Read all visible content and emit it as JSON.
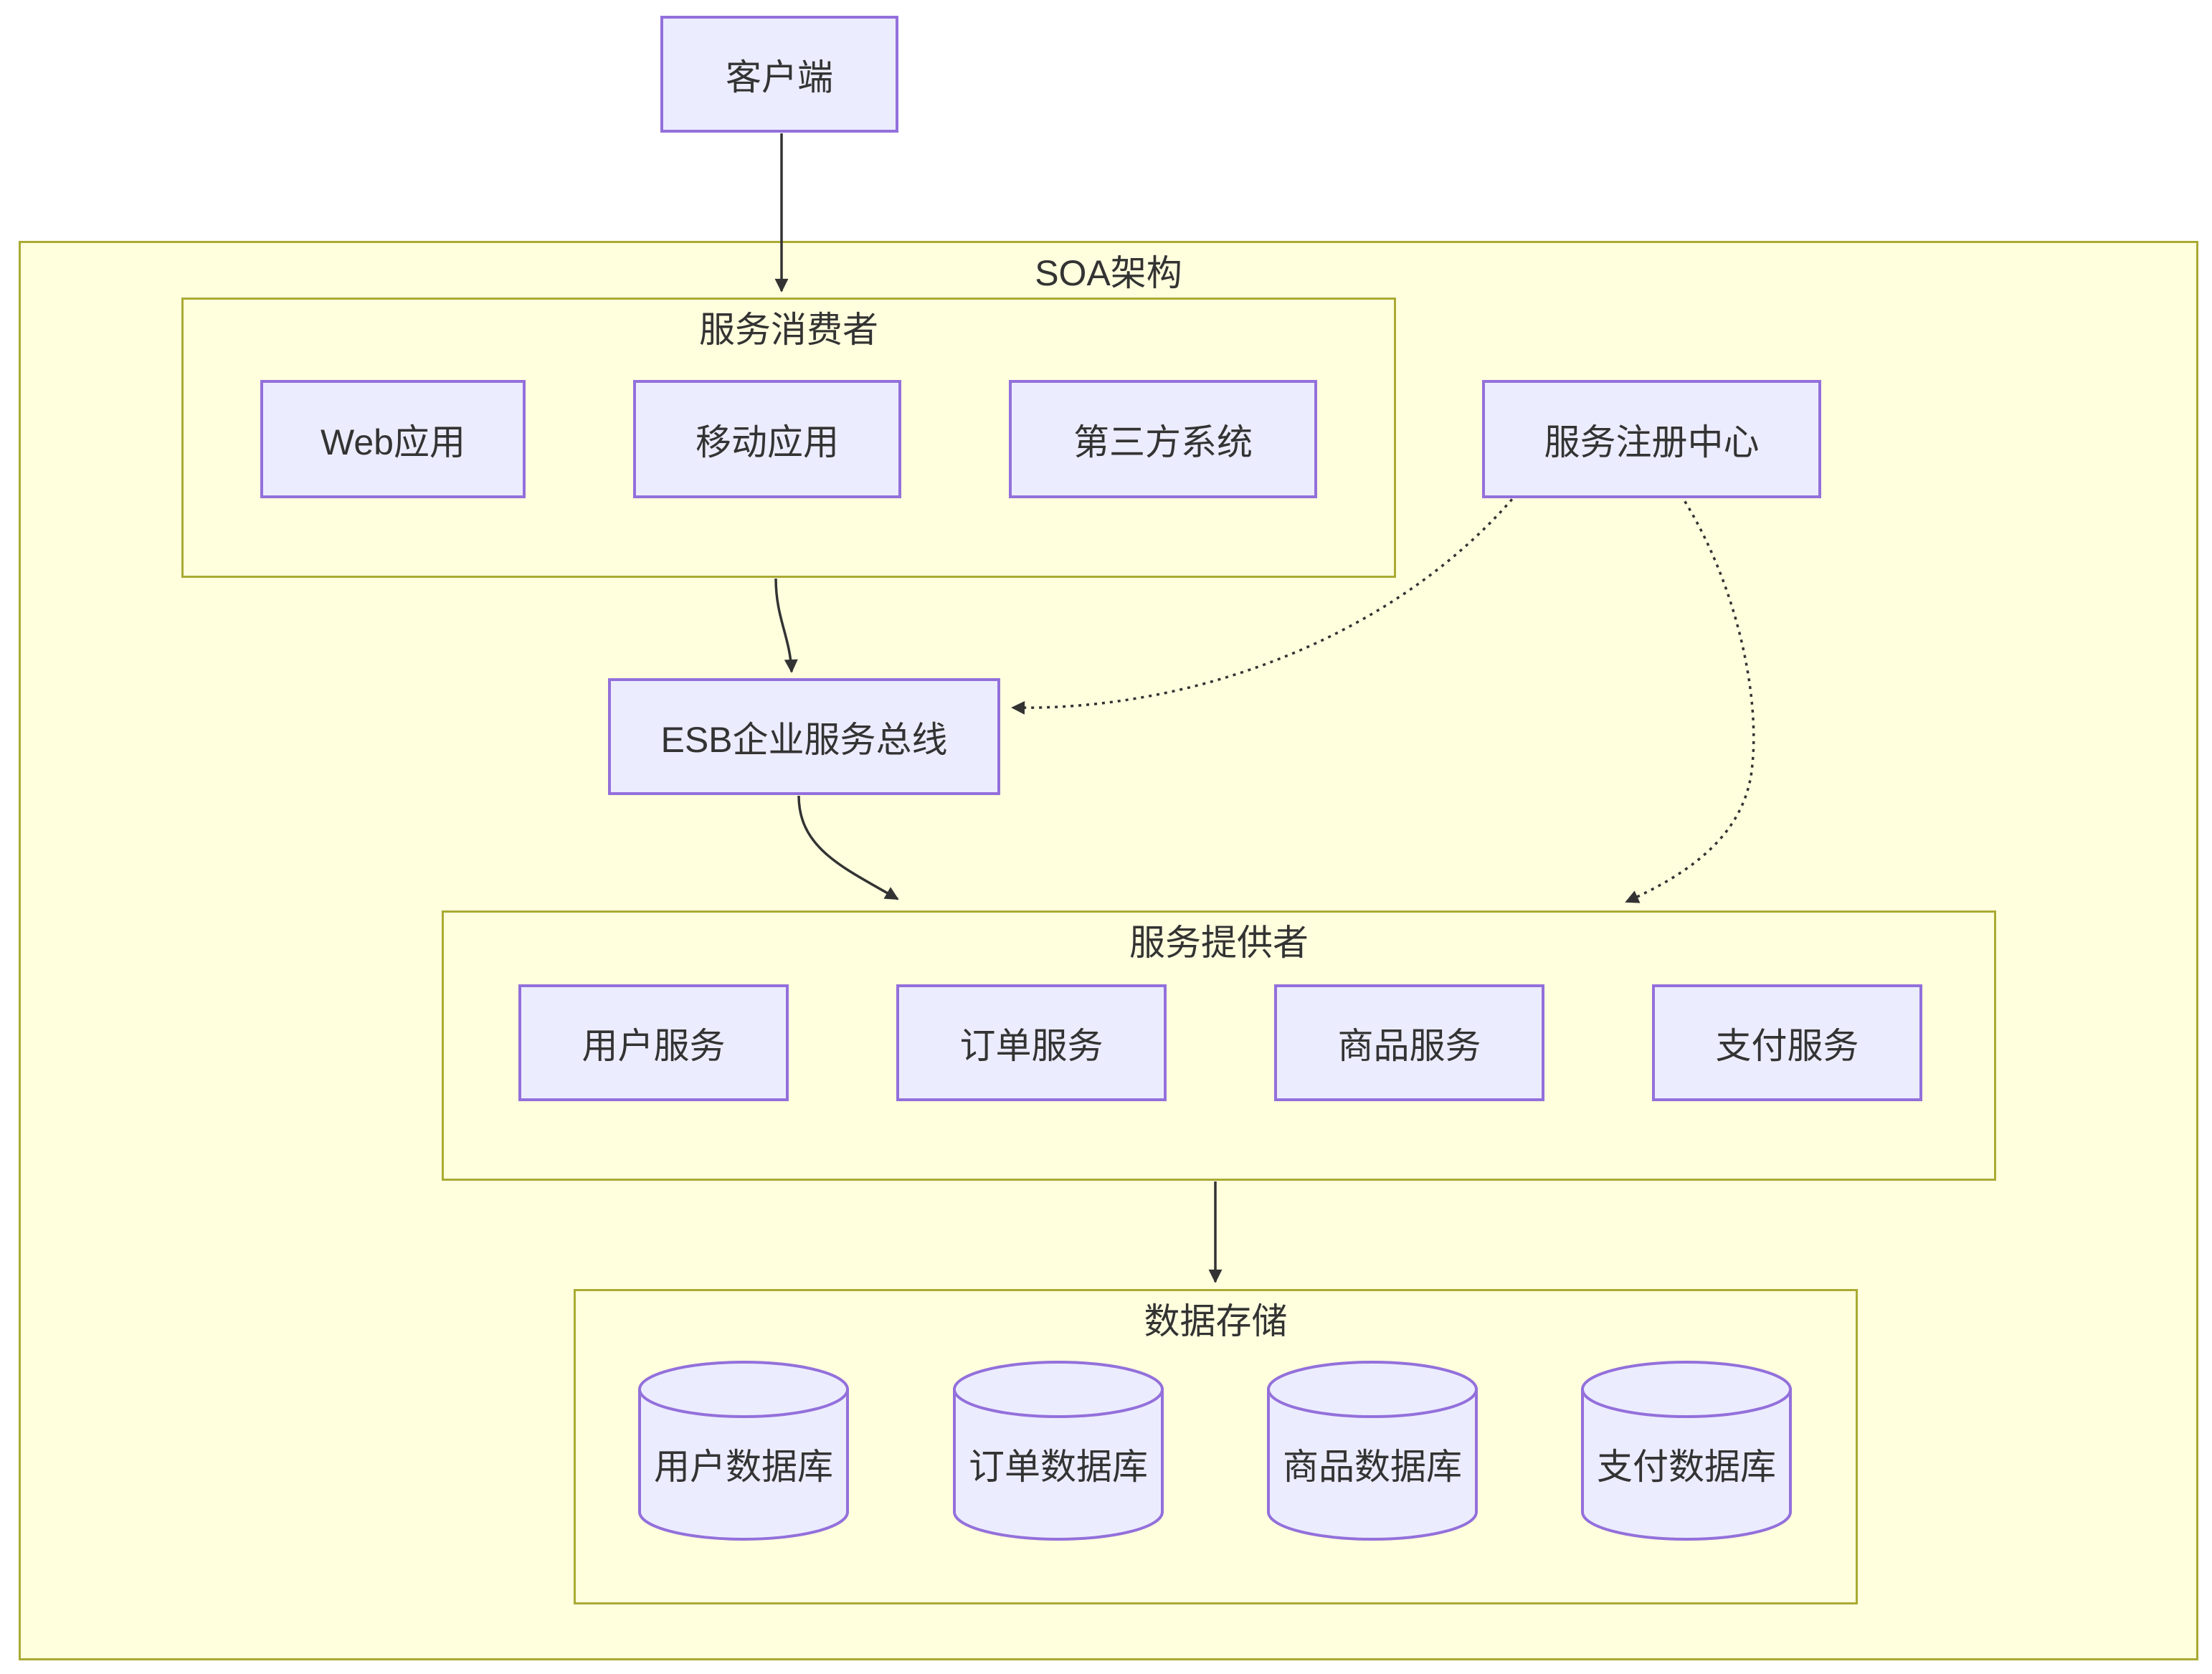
{
  "diagram_type": "flowchart-top-down",
  "clusters": {
    "soa": {
      "label": "SOA架构"
    },
    "consumers": {
      "label": "服务消费者"
    },
    "providers": {
      "label": "服务提供者"
    },
    "storage": {
      "label": "数据存储"
    }
  },
  "nodes": {
    "client": {
      "label": "客户端"
    },
    "web_app": {
      "label": "Web应用"
    },
    "mobile_app": {
      "label": "移动应用"
    },
    "third_party": {
      "label": "第三方系统"
    },
    "registry": {
      "label": "服务注册中心"
    },
    "esb": {
      "label": "ESB企业服务总线"
    },
    "user_service": {
      "label": "用户服务"
    },
    "order_service": {
      "label": "订单服务"
    },
    "product_service": {
      "label": "商品服务"
    },
    "payment_service": {
      "label": "支付服务"
    },
    "user_db": {
      "label": "用户数据库"
    },
    "order_db": {
      "label": "订单数据库"
    },
    "product_db": {
      "label": "商品数据库"
    },
    "payment_db": {
      "label": "支付数据库"
    }
  },
  "edges": [
    {
      "from": "客户端",
      "to": "服务消费者",
      "style": "solid"
    },
    {
      "from": "服务消费者",
      "to": "ESB企业服务总线",
      "style": "solid"
    },
    {
      "from": "ESB企业服务总线",
      "to": "服务提供者",
      "style": "solid"
    },
    {
      "from": "服务注册中心",
      "to": "ESB企业服务总线",
      "style": "dotted"
    },
    {
      "from": "服务注册中心",
      "to": "服务提供者",
      "style": "dotted"
    },
    {
      "from": "服务提供者",
      "to": "数据存储",
      "style": "solid"
    }
  ],
  "colors": {
    "node_fill": "#ECECFF",
    "node_border": "#9370DB",
    "cluster_fill": "#FFFFDE",
    "cluster_border": "#AAAA33",
    "edge": "#333333",
    "text": "#333333",
    "background": "#FFFFFF"
  }
}
